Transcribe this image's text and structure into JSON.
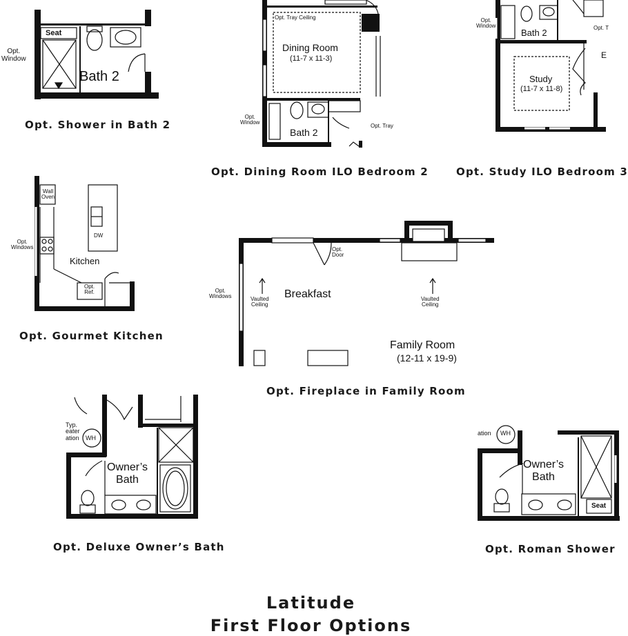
{
  "page": {
    "title_line1": "Latitude",
    "title_line2": "First Floor Options"
  },
  "options": [
    {
      "id": "shower-bath2",
      "caption": "Opt. Shower in Bath 2",
      "labels": {
        "seat": "Seat",
        "room": "Bath 2",
        "window": "Opt.\nWindow"
      }
    },
    {
      "id": "dining-room",
      "caption": "Opt. Dining Room ILO Bedroom 2",
      "labels": {
        "tray": "Opt. Tray Ceiling",
        "room": "Dining Room",
        "dims": "(11-7 x 11-3)",
        "window": "Opt.\nWindow",
        "bath": "Bath 2",
        "tray2": "Opt. Tray"
      }
    },
    {
      "id": "study",
      "caption": "Opt. Study ILO Bedroom 3",
      "labels": {
        "window": "Opt.\nWindow",
        "bath": "Bath 2",
        "room": "Study",
        "dims": "(11-7 x 11-8)",
        "opt": "Opt. T",
        "edge": "E"
      }
    },
    {
      "id": "gourmet-kitchen",
      "caption": "Opt. Gourmet Kitchen",
      "labels": {
        "oven": "Wall\nOven",
        "windows": "Opt.\nWindows",
        "dw": "DW",
        "room": "Kitchen",
        "ref": "Opt.\nRef."
      }
    },
    {
      "id": "fireplace",
      "caption": "Opt. Fireplace in Family Room",
      "labels": {
        "door": "Opt.\nDoor",
        "windows": "Opt.\nWindows",
        "vaulted1": "Vaulted\nCeiling",
        "breakfast": "Breakfast",
        "vaulted2": "Vaulted\nCeiling",
        "room": "Family Room",
        "dims": "(12-11 x 19-9)"
      }
    },
    {
      "id": "deluxe-owners-bath",
      "caption": "Opt. Deluxe Owner’s Bath",
      "labels": {
        "heater": "Typ.\neater\nation",
        "wh": "WH",
        "room": "Owner’s\nBath"
      }
    },
    {
      "id": "roman-shower",
      "caption": "Opt. Roman Shower",
      "labels": {
        "ation": "ation",
        "wh": "WH",
        "room": "Owner’s\nBath",
        "seat": "Seat"
      }
    }
  ]
}
